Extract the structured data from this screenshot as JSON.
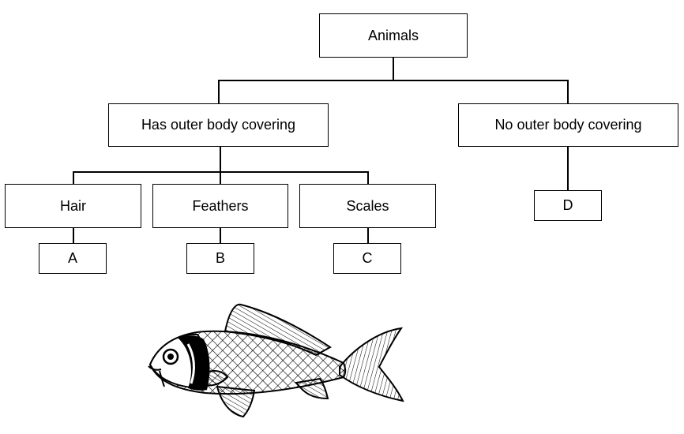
{
  "diagram": {
    "root": "Animals",
    "branches": {
      "covered": "Has outer body covering",
      "uncovered": "No outer body covering"
    },
    "coverings": {
      "hair": "Hair",
      "feathers": "Feathers",
      "scales": "Scales"
    },
    "leaves": {
      "a": "A",
      "b": "B",
      "c": "C",
      "d": "D"
    }
  },
  "illustration": {
    "icon": "fish-icon"
  }
}
